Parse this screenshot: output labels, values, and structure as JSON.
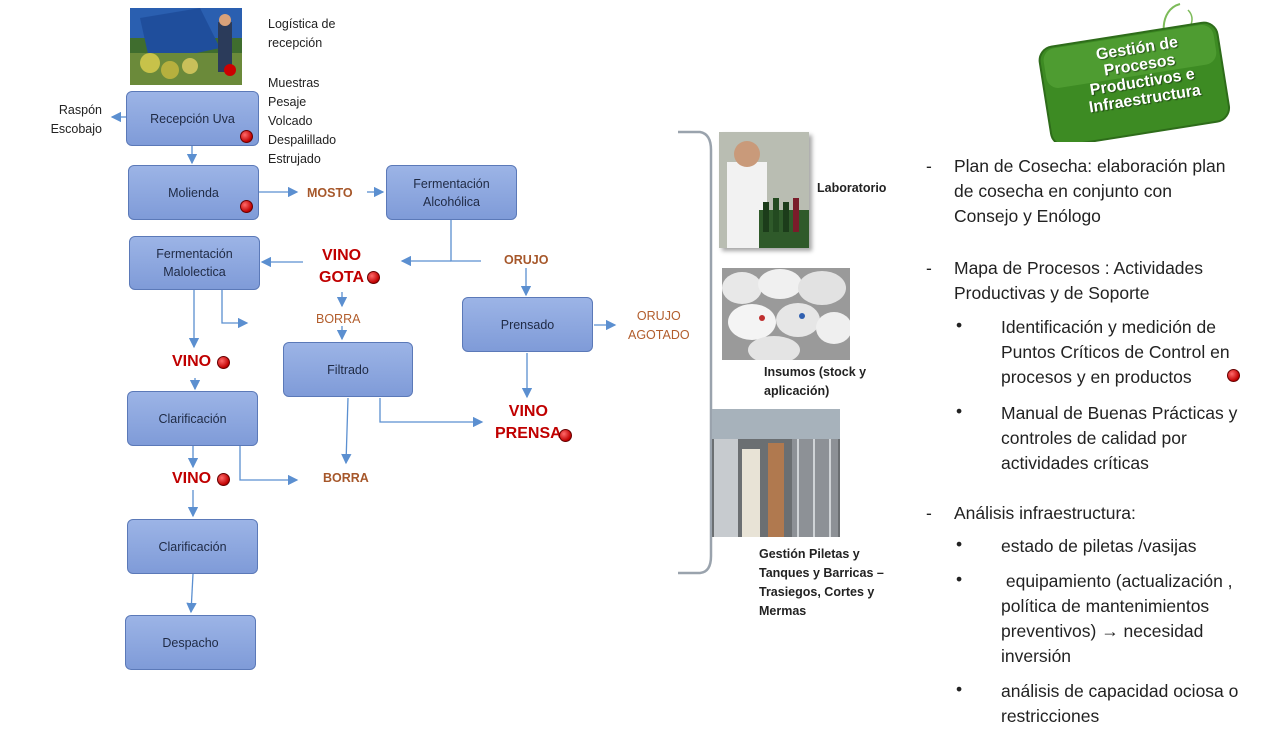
{
  "badge": {
    "title": "Gestión de Procesos Productivos e Infraestructura"
  },
  "flow": {
    "top_note": {
      "line1": "Logística de",
      "line2": "recepción"
    },
    "steps_note": [
      "Muestras",
      "Pesaje",
      "Volcado",
      "Despalillado",
      "Estrujado"
    ],
    "raspon": {
      "line1": "Raspón",
      "line2": "Escobajo"
    },
    "boxes": {
      "recepcion": "Recepción Uva",
      "molienda": "Molienda",
      "fermentacion_alcoholica": {
        "line1": "Fermentación",
        "line2": "Alcohólica"
      },
      "fermentacion_malolectica": {
        "line1": "Fermentación",
        "line2": "Malolectica"
      },
      "filtrado": "Filtrado",
      "prensado": "Prensado",
      "clarificacion_1": "Clarificación",
      "clarificacion_2": "Clarificación",
      "despacho": "Despacho"
    },
    "labels": {
      "mosto": "MOSTO",
      "orujo": "ORUJO",
      "vino_gota": {
        "line1": "VINO",
        "line2": "GOTA"
      },
      "borra_1": "BORRA",
      "orujo_agotado": {
        "line1": "ORUJO",
        "line2": "AGOTADO"
      },
      "vino_1": "VINO",
      "vino_prensa": {
        "line1": "VINO",
        "line2": "PRENSA"
      },
      "vino_2": "VINO",
      "borra_2": "BORRA"
    }
  },
  "captions": {
    "laboratorio": "Laboratorio",
    "insumos": {
      "line1": "Insumos (stock y",
      "line2": "aplicación)"
    },
    "gestion": {
      "line1": "Gestión Piletas y",
      "line2": "Tanques y Barricas –",
      "line3": "Trasiegos, Cortes y",
      "line4": "Mermas"
    }
  },
  "right": {
    "item1": {
      "line1": "Plan de Cosecha: elaboración plan",
      "line2": "de cosecha  en conjunto con",
      "line3": "Consejo y Enólogo"
    },
    "item2": {
      "line1": "Mapa de Procesos : Actividades",
      "line2": "Productivas y de Soporte"
    },
    "sub1": {
      "line1": "Identificación y medición de",
      "line2": "Puntos Críticos de Control en",
      "line3": "procesos y en productos"
    },
    "sub2": {
      "line1": "Manual de Buenas Prácticas y",
      "line2": "controles de calidad por",
      "line3": "actividades críticas"
    },
    "item3": {
      "line1": "Análisis infraestructura:"
    },
    "sub3": {
      "line1": "estado de piletas  /vasijas"
    },
    "sub4": {
      "line1": " equipamiento (actualización ,",
      "line2": "política de mantenimientos",
      "line3": "preventivos) ",
      "line3b": " necesidad",
      "line4": "inversión"
    },
    "sub5": {
      "line1": "análisis de  capacidad ociosa o",
      "line2": "restricciones"
    }
  }
}
